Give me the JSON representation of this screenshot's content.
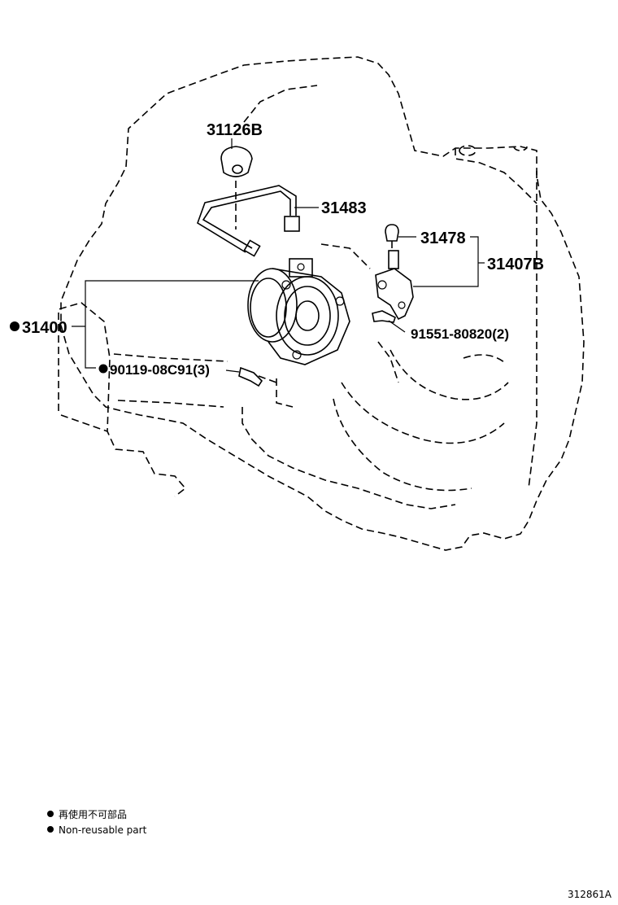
{
  "labels": {
    "part_31126B": "31126B",
    "part_31483": "31483",
    "part_31478": "31478",
    "part_31407B": "31407B",
    "part_31400": "31400",
    "part_91551": "91551-80820(2)",
    "part_90119": "90119-08C91(3)"
  },
  "legend": {
    "line1": "再使用不可部品",
    "line2": "Non-reusable part"
  },
  "figure_id": "312861A",
  "colors": {
    "ink": "#000000",
    "background": "#ffffff"
  }
}
